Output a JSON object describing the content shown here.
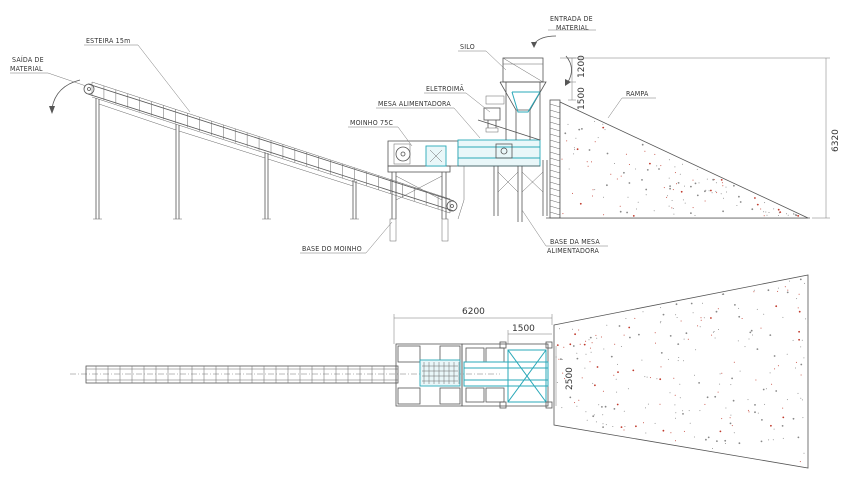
{
  "labels": {
    "esteira": "ESTEIRA 15m",
    "saida_line1": "SAÍDA DE",
    "saida_line2": "MATERIAL",
    "entrada_line1": "ENTRADA DE",
    "entrada_line2": "MATERIAL",
    "silo": "SILO",
    "eletroima": "ELETROIMÃ",
    "mesa": "MESA ALIMENTADORA",
    "moinho": "MOINHO 75C",
    "rampa": "RAMPA",
    "base_moinho": "BASE DO MOINHO",
    "base_mesa_line1": "BASE DA MESA",
    "base_mesa_line2": "ALIMENTADORA"
  },
  "dimensions": {
    "d1200": "1200",
    "d1500_v": "1500",
    "d6320": "6320",
    "d6200": "6200",
    "d1500_h": "1500",
    "d2500": "2500"
  },
  "colors": {
    "line": "#555555",
    "accent": "#2aa8b8",
    "dots": "#c0392b"
  }
}
